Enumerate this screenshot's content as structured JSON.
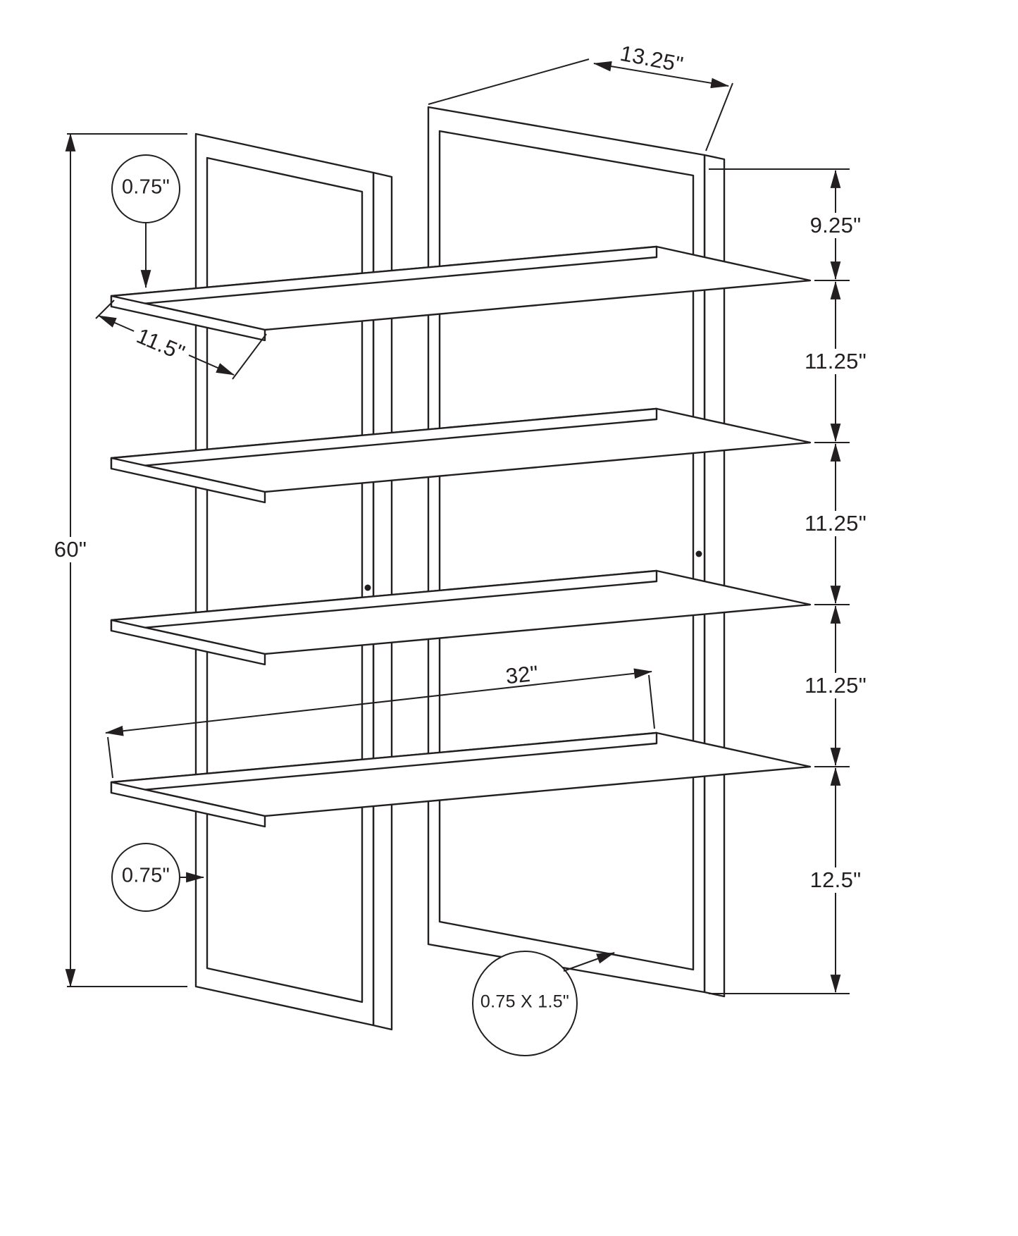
{
  "diagram": {
    "background": "#ffffff",
    "line_color": "#231f20",
    "subject": "etagere-bookcase-dimension-drawing",
    "labels": {
      "depth_top": "13.25\"",
      "height_total": "60\"",
      "gap_top": "9.25\"",
      "gap_2": "11.25\"",
      "gap_3": "11.25\"",
      "gap_4": "11.25\"",
      "gap_bottom": "12.5\"",
      "shelf_depth": "11.5\"",
      "width_shelf": "32\"",
      "thickness_shelf_top": "0.75\"",
      "thickness_shelf_bottom": "0.75\"",
      "tube_size": "0.75 X 1.5\""
    }
  }
}
